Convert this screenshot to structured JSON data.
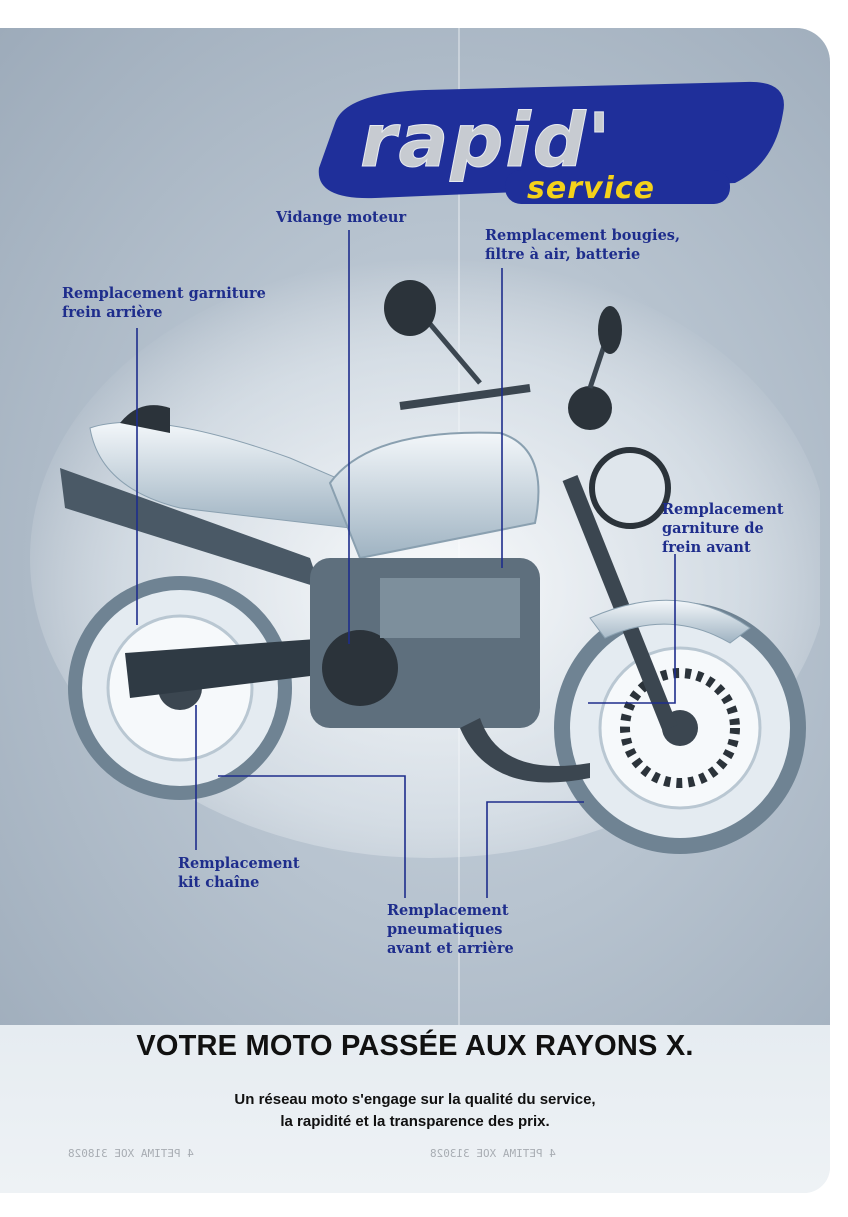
{
  "logo": {
    "wordmark": "rapid'",
    "tagline": "service",
    "colors": {
      "navy": "#1f2f9a",
      "silver": "#c7cbd1",
      "yellow": "#f4d21a"
    }
  },
  "callouts": [
    {
      "id": "vidange",
      "text": "Vidange moteur"
    },
    {
      "id": "bougies",
      "text": "Remplacement bougies,\nfiltre à air, batterie"
    },
    {
      "id": "frein-arriere",
      "text": "Remplacement garniture\nfrein arrière"
    },
    {
      "id": "frein-avant",
      "text": "Remplacement\ngarniture de\nfrein avant"
    },
    {
      "id": "kit-chaine",
      "text": "Remplacement\nkit chaîne"
    },
    {
      "id": "pneumatiques",
      "text": "Remplacement\npneumatiques\navant et arrière"
    }
  ],
  "headline": "VOTRE MOTO PASSÉE AUX RAYONS X.",
  "subline": "Un réseau moto s'engage sur la qualité du service,\nla rapidité et la transparence des prix.",
  "print_codes": [
    "4 PETIMA XOE 318028",
    "4 PETIMA XOE 313028"
  ],
  "colors": {
    "callout_blue": "#1e2d8c",
    "headline": "#111111"
  }
}
